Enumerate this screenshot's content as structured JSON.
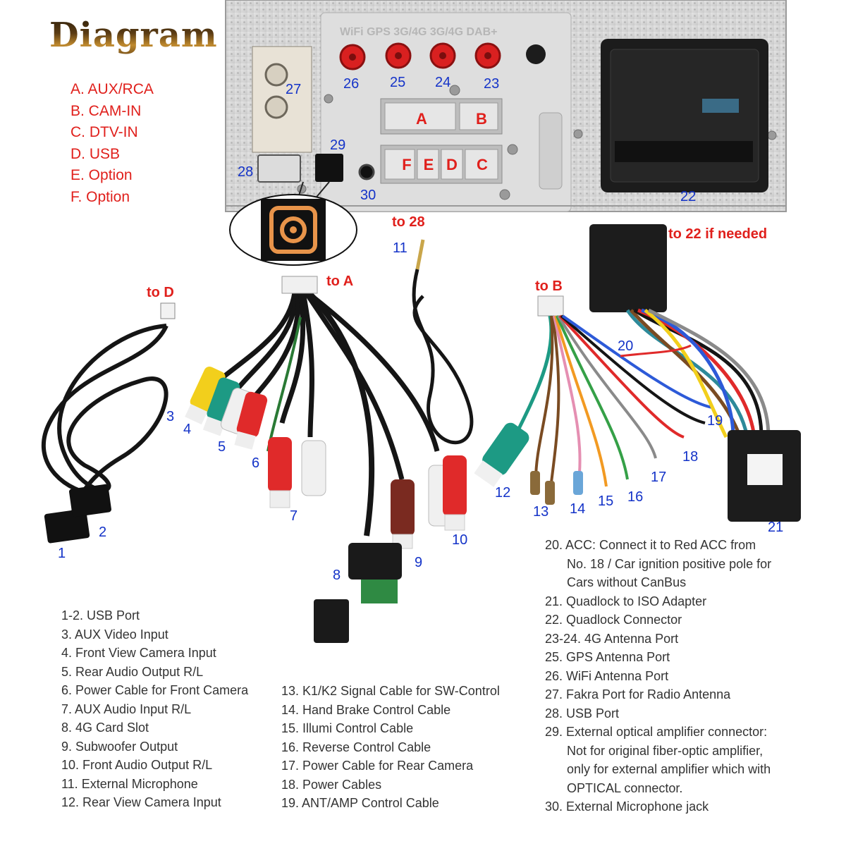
{
  "title": "Diagram",
  "legend": [
    "A. AUX/RCA",
    "B. CAM-IN",
    "C. DTV-IN",
    "D. USB",
    "E. Option",
    "F. Option"
  ],
  "panel_labels": {
    "antennas": "WiFi  GPS  3G/4G  3G/4G  DAB+",
    "A": "A",
    "B": "B",
    "C": "C",
    "D": "D",
    "E": "E",
    "F": "F"
  },
  "callouts": {
    "to_d": "to D",
    "to_a": "to A",
    "to_28": "to 28",
    "to_b": "to B",
    "to_22": "to 22 if needed"
  },
  "numbers": {
    "n1": "1",
    "n2": "2",
    "n3": "3",
    "n4": "4",
    "n5": "5",
    "n6": "6",
    "n7": "7",
    "n8": "8",
    "n9": "9",
    "n10": "10",
    "n11": "11",
    "n12": "12",
    "n13": "13",
    "n14": "14",
    "n15": "15",
    "n16": "16",
    "n17": "17",
    "n18": "18",
    "n19": "19",
    "n20": "20",
    "n21": "21",
    "n22": "22",
    "n23": "23",
    "n24": "24",
    "n25": "25",
    "n26": "26",
    "n27": "27",
    "n28": "28",
    "n29": "29",
    "n30": "30"
  },
  "descriptions_left": [
    "1-2. USB Port",
    "3. AUX Video Input",
    "4. Front View Camera Input",
    "5. Rear Audio Output R/L",
    "6. Power Cable for Front Camera",
    "7. AUX Audio Input R/L",
    "8. 4G Card Slot",
    "9. Subwoofer Output",
    "10. Front Audio Output R/L",
    "11. External Microphone",
    "12. Rear View Camera Input"
  ],
  "descriptions_middle": [
    "13. K1/K2 Signal Cable for SW-Control",
    "14. Hand Brake Control Cable",
    "15. Illumi Control Cable",
    "16. Reverse Control Cable",
    "17. Power Cable for Rear Camera",
    "18. Power Cables",
    "19. ANT/AMP Control Cable"
  ],
  "descriptions_right": [
    {
      "lead": "20.  ACC: Connect it to Red ACC from",
      "cont": [
        "No. 18 / Car ignition positive pole for",
        "Cars without CanBus"
      ]
    },
    {
      "lead": "21. Quadlock to ISO Adapter",
      "cont": []
    },
    {
      "lead": "22. Quadlock Connector",
      "cont": []
    },
    {
      "lead": "23-24. 4G Antenna Port",
      "cont": []
    },
    {
      "lead": "25. GPS Antenna Port",
      "cont": []
    },
    {
      "lead": "26. WiFi Antenna Port",
      "cont": []
    },
    {
      "lead": "27. Fakra Port for Radio Antenna",
      "cont": []
    },
    {
      "lead": "28. USB Port",
      "cont": []
    },
    {
      "lead": "29. External optical amplifier connector:",
      "cont": [
        "Not for original fiber-optic amplifier,",
        "only for external amplifier which with",
        "OPTICAL connector."
      ]
    },
    {
      "lead": "30. External Microphone jack",
      "cont": []
    }
  ],
  "colors": {
    "accent_red": "#e0201c",
    "number_blue": "#1433c8",
    "panel_silver": "#d9d9d9",
    "connector_black": "#1c1c1c"
  }
}
